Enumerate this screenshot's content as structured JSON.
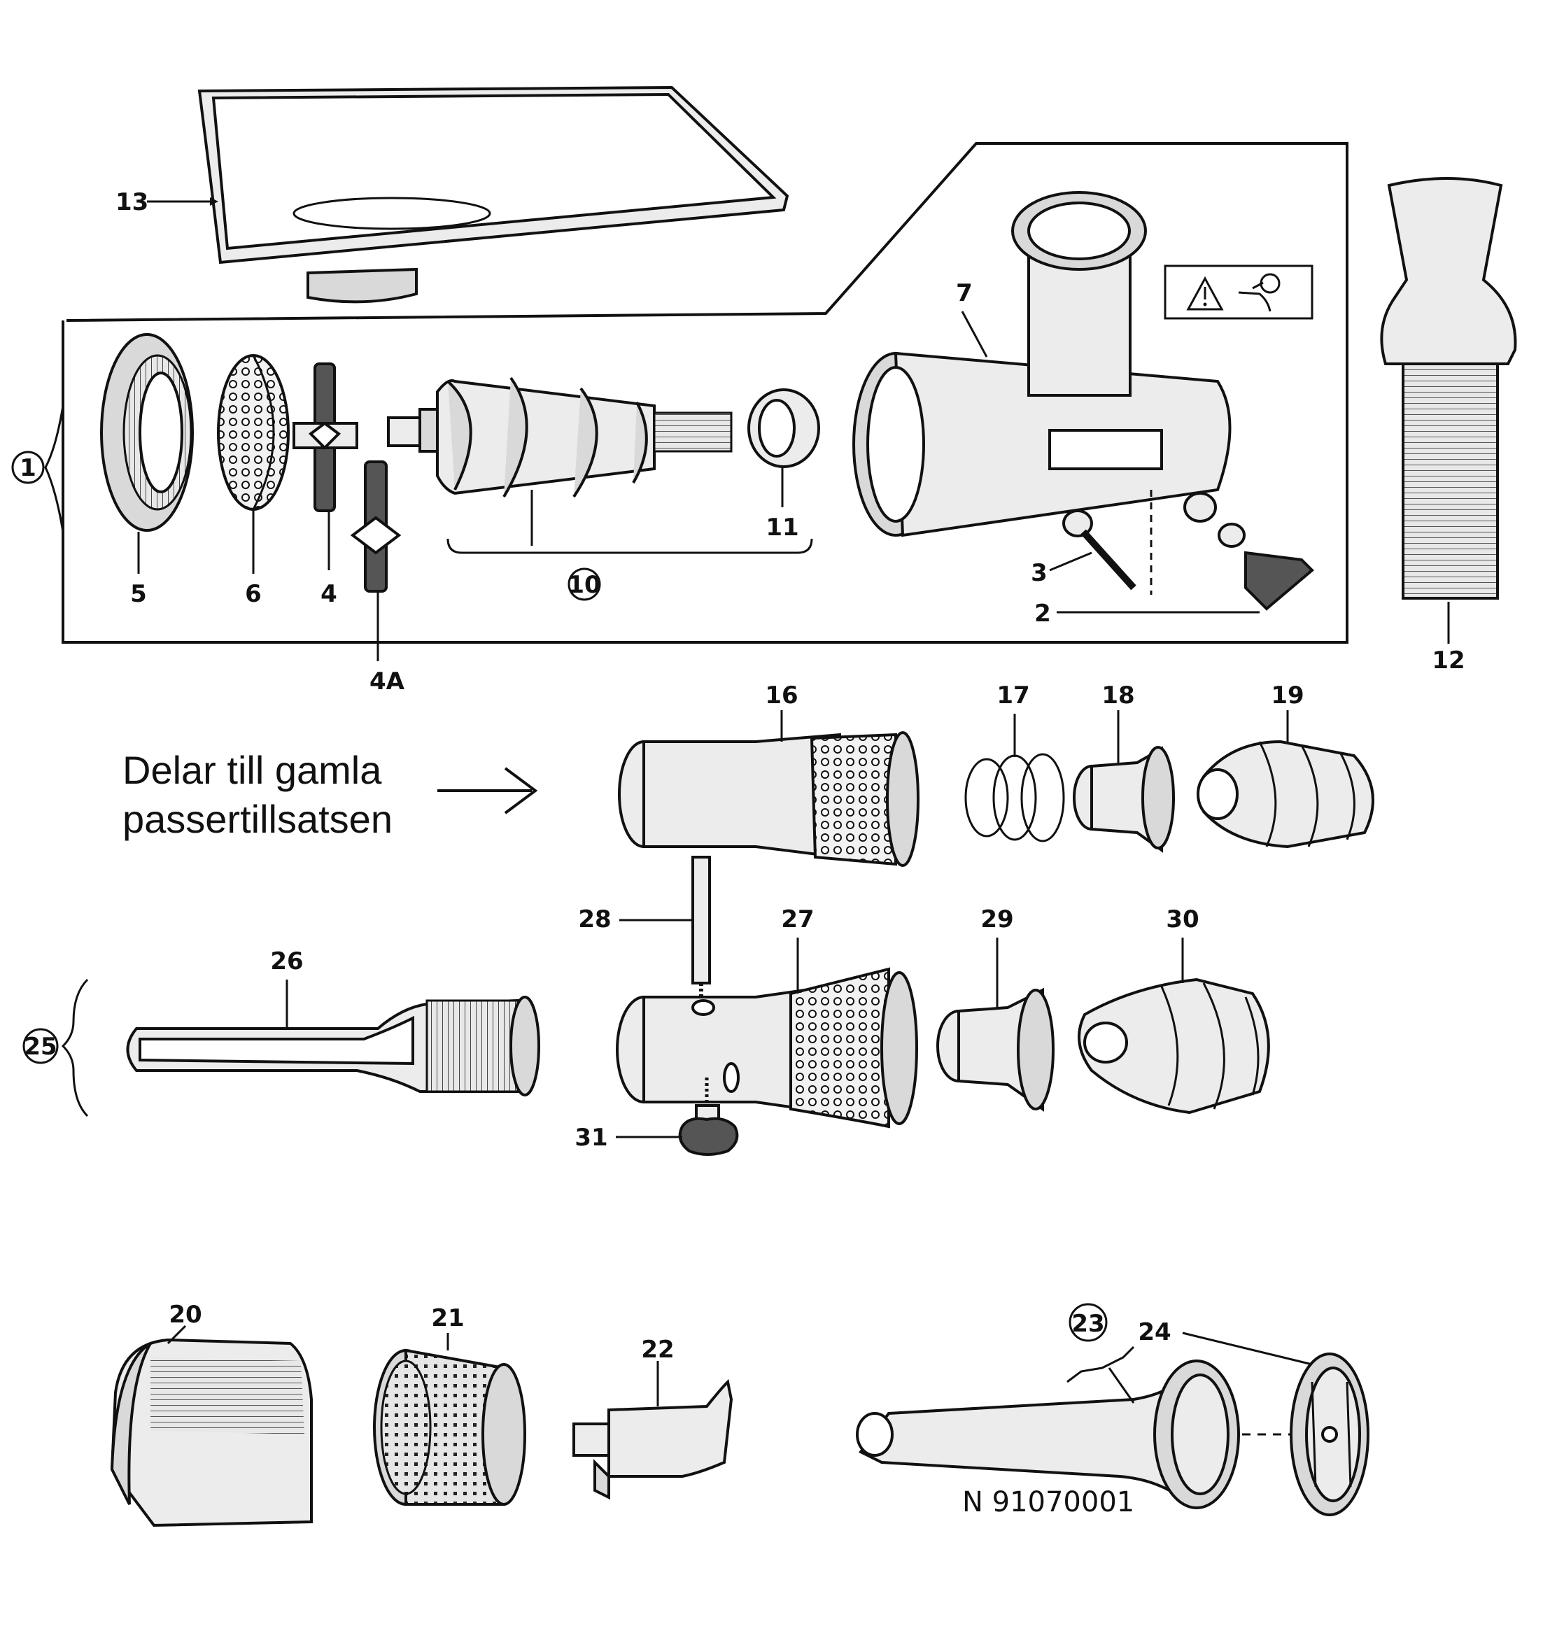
{
  "labels": {
    "l1": "1",
    "l2": "2",
    "l3": "3",
    "l4": "4",
    "l4a": "4A",
    "l5": "5",
    "l6": "6",
    "l7": "7",
    "l10": "10",
    "l11": "11",
    "l12": "12",
    "l13": "13",
    "l16": "16",
    "l17": "17",
    "l18": "18",
    "l19": "19",
    "l20": "20",
    "l21": "21",
    "l22": "22",
    "l23": "23",
    "l24": "24",
    "l25": "25",
    "l26": "26",
    "l27": "27",
    "l28": "28",
    "l29": "29",
    "l30": "30",
    "l31": "31"
  },
  "note": {
    "line1": "Delar till gamla",
    "line2": "passertillsatsen"
  },
  "drawing_number": "N 91070001",
  "icons": {
    "warning": "warning-triangle-icon",
    "hand": "hand-hazard-icon"
  }
}
